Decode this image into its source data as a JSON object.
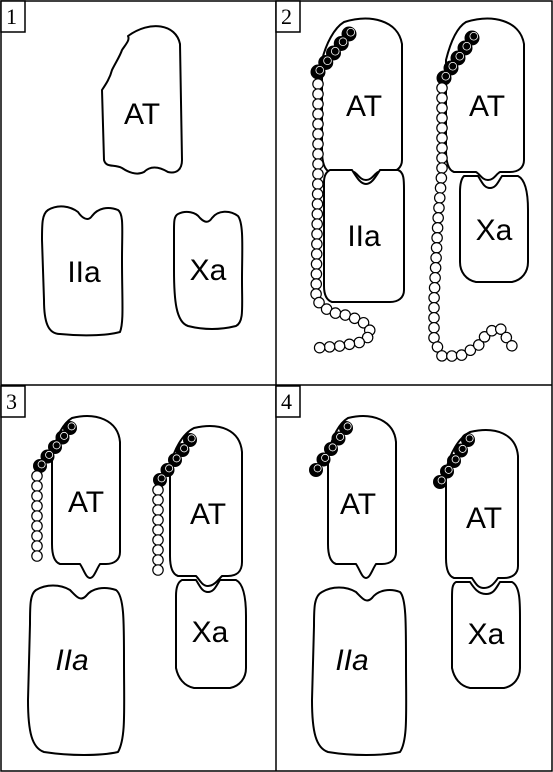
{
  "panels": [
    {
      "number": "1",
      "labels": {
        "at": "AT",
        "iia": "IIa",
        "xa": "Xa"
      }
    },
    {
      "number": "2",
      "labels": {
        "at1": "AT",
        "iia": "IIa",
        "at2": "AT",
        "xa": "Xa"
      }
    },
    {
      "number": "3",
      "labels": {
        "at1": "AT",
        "iia": "IIa",
        "at2": "AT",
        "xa": "Xa"
      }
    },
    {
      "number": "4",
      "labels": {
        "at1": "AT",
        "iia": "IIa",
        "at2": "AT",
        "xa": "Xa"
      }
    }
  ]
}
